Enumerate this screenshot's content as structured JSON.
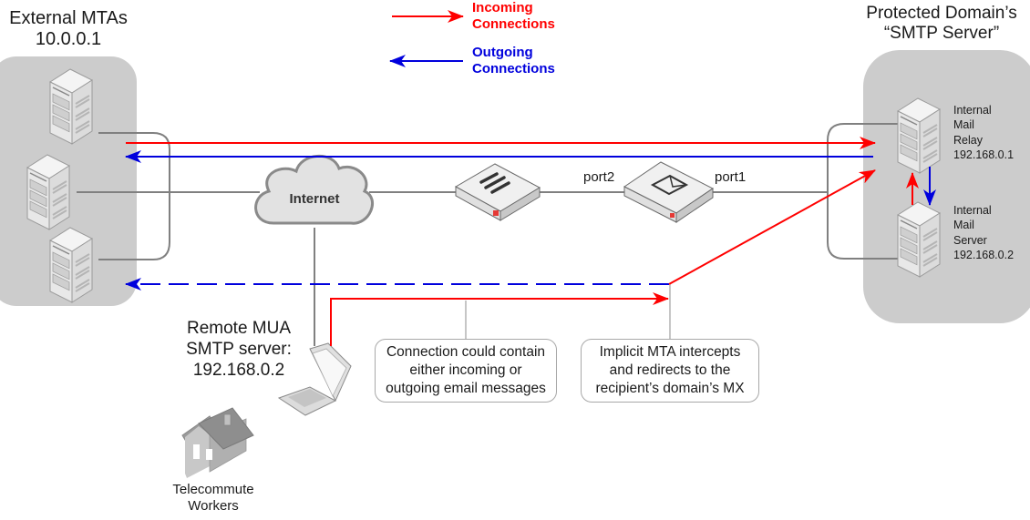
{
  "legend": {
    "incoming": {
      "line1": "Incoming",
      "line2": "Connections",
      "color": "#ff0000"
    },
    "outgoing": {
      "line1": "Outgoing",
      "line2": "Connections",
      "color": "#0000dd"
    }
  },
  "external_mtas": {
    "title": "External MTAs",
    "ip": "10.0.0.1",
    "server_count": 3
  },
  "protected_domain": {
    "line1": "Protected Domain’s",
    "line2": "“SMTP Server”"
  },
  "relay": {
    "line1": "Internal",
    "line2": "Mail",
    "line3": "Relay",
    "ip": "192.168.0.1"
  },
  "mail_server": {
    "line1": "Internal",
    "line2": "Mail",
    "line3": "Server",
    "ip": "192.168.0.2"
  },
  "internet": {
    "label": "Internet"
  },
  "ports": {
    "port2": "port2",
    "port1": "port1"
  },
  "remote_mua": {
    "line1": "Remote MUA",
    "line2": "SMTP server:",
    "ip": "192.168.0.2"
  },
  "telecommute": {
    "line1": "Telecommute",
    "line2": "Workers"
  },
  "callouts": {
    "connection": {
      "line1": "Connection could contain",
      "line2": "either incoming or",
      "line3": "outgoing email messages"
    },
    "implicit": {
      "line1": "Implicit MTA intercepts",
      "line2": "and redirects to the",
      "line3": "recipient’s domain’s MX"
    }
  },
  "colors": {
    "group_bg": "#cccccc",
    "wire": "#808080",
    "callout_border": "#a8a8a8"
  }
}
